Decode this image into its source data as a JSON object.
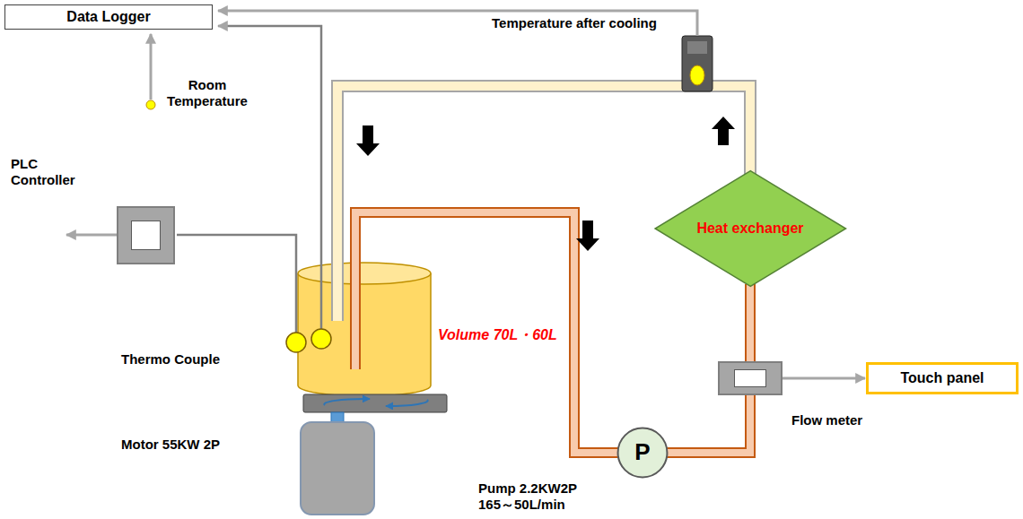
{
  "diagram": {
    "nodes": [
      {
        "text": [
          "Data Logger"
        ]
      },
      {
        "text": [
          "PLC Controller"
        ]
      },
      {
        "text": [
          "Heat exchanger"
        ]
      },
      {
        "text": [
          "P",
          "Pump 2.2KW2P 165～50L/min"
        ]
      },
      {
        "text": [
          "Flow meter"
        ]
      },
      {
        "text": [
          "Touch panel"
        ]
      }
    ],
    "edges": [
      {
        "from": 3,
        "to": 4,
        "arrow": "none"
      },
      {
        "from": 4,
        "to": 2,
        "arrow": "none"
      },
      {
        "from": 4,
        "to": 5,
        "arrow": "to"
      }
    ],
    "labels": [
      "Room Temperature",
      "Temperature after cooling",
      "Thermo Couple",
      "Volume 70L・60L",
      "Motor 55KW 2P"
    ]
  }
}
